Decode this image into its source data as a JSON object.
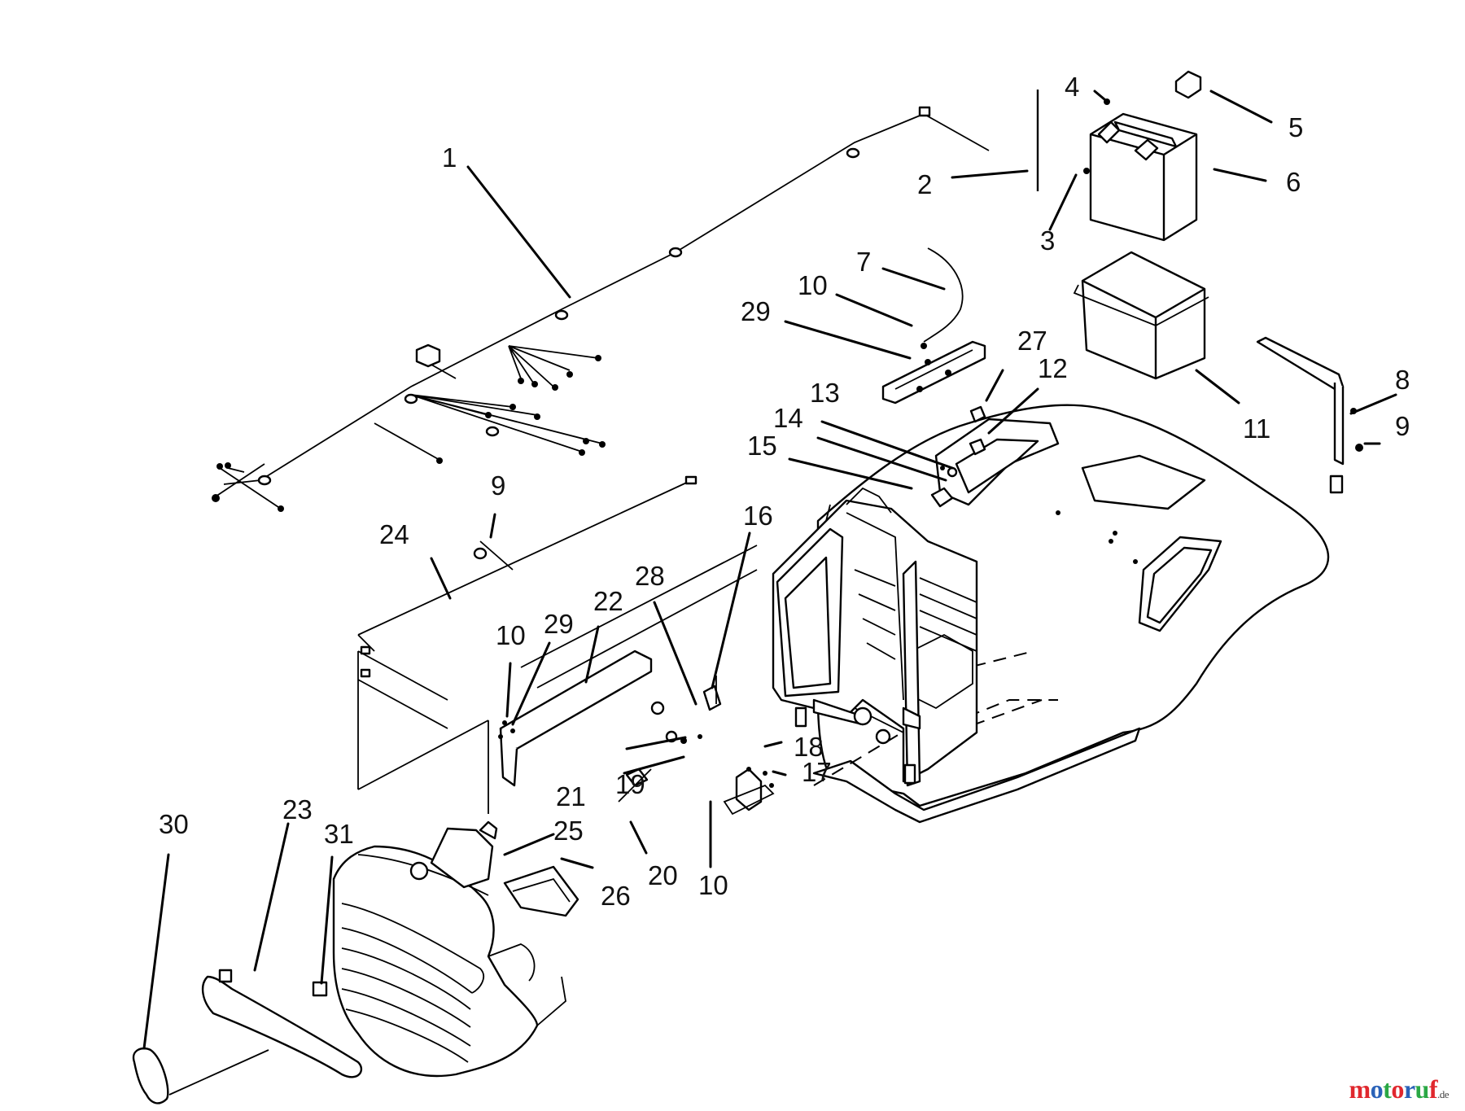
{
  "parts": {
    "p1": "1",
    "p2": "2",
    "p3": "3",
    "p4": "4",
    "p5": "5",
    "p6": "6",
    "p7": "7",
    "p8": "8",
    "p9a": "9",
    "p9b": "9",
    "p10a": "10",
    "p10b": "10",
    "p10c": "10",
    "p11": "11",
    "p12": "12",
    "p13": "13",
    "p14": "14",
    "p15": "15",
    "p16": "16",
    "p17": "17",
    "p18": "18",
    "p19": "19",
    "p20": "20",
    "p21": "21",
    "p22": "22",
    "p23": "23",
    "p24": "24",
    "p25": "25",
    "p26": "26",
    "p27": "27",
    "p28": "28",
    "p29a": "29",
    "p29b": "29",
    "p30": "30",
    "p31": "31"
  },
  "watermark": {
    "brand": "motoruf",
    "suffix": ".de",
    "colors": [
      "#e0282e",
      "#2a62b8",
      "#2aa845",
      "#e0282e",
      "#2a62b8",
      "#2aa845",
      "#e0282e"
    ]
  }
}
